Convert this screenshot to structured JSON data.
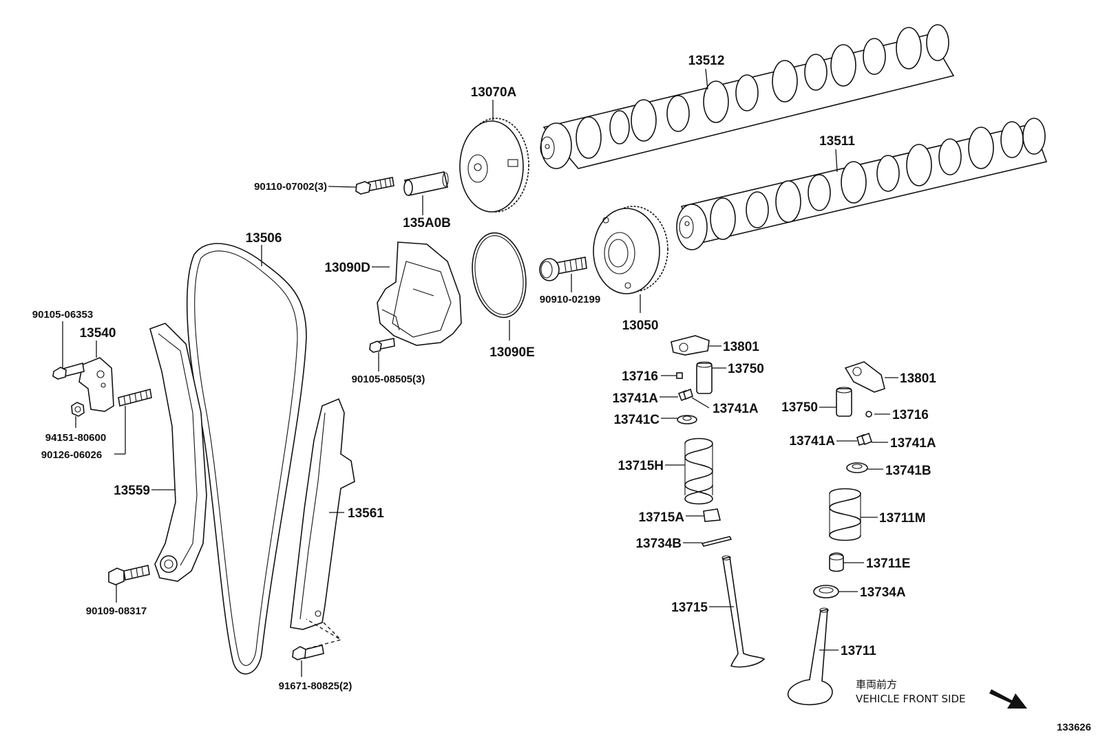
{
  "diagram": {
    "part_labels": {
      "p13512": "13512",
      "p13511": "13511",
      "p13070A": "13070A",
      "p13050": "13050",
      "p135A0B": "135A0B",
      "p13506": "13506",
      "p13090D": "13090D",
      "p13090E": "13090E",
      "p13540": "13540",
      "p13559": "13559",
      "p13561": "13561",
      "p13801a": "13801",
      "p13801b": "13801",
      "p13716a": "13716",
      "p13716b": "13716",
      "p13750a": "13750",
      "p13750b": "13750",
      "p13741A1": "13741A",
      "p13741A2": "13741A",
      "p13741A3": "13741A",
      "p13741A4": "13741A",
      "p13741C": "13741C",
      "p13741B": "13741B",
      "p13715H": "13715H",
      "p13715A": "13715A",
      "p13734B": "13734B",
      "p13711M": "13711M",
      "p13711E": "13711E",
      "p13734A": "13734A",
      "p13715": "13715",
      "p13711": "13711"
    },
    "fastener_labels": {
      "f90110": "90110-07002(3)",
      "f90910": "90910-02199",
      "f90105a": "90105-06353",
      "f90105b": "90105-08505(3)",
      "f94151": "94151-80600",
      "f90126": "90126-06026",
      "f90109": "90109-08317",
      "f91671": "91671-80825(2)"
    },
    "direction_note": {
      "japanese": "車両前方",
      "english": "VEHICLE FRONT SIDE"
    },
    "diagram_number": "133626"
  }
}
